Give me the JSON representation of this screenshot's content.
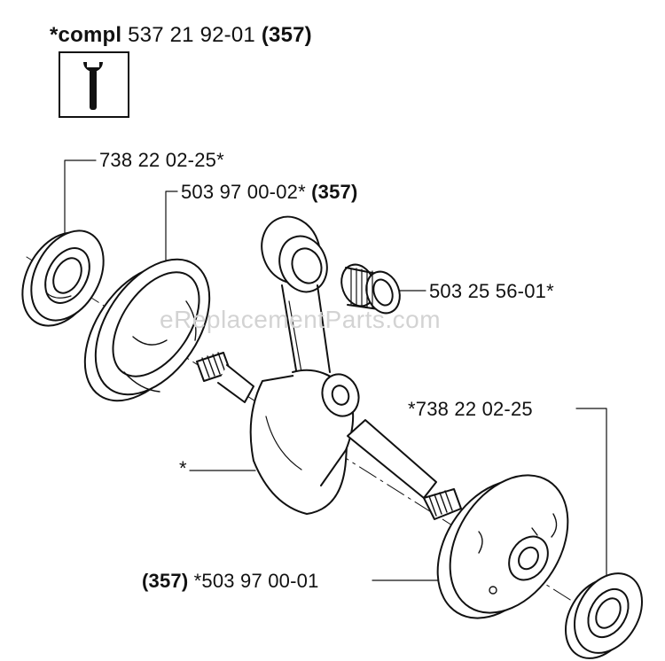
{
  "header": {
    "prefix": "*compl",
    "part_number": "537 21 92-01",
    "ref": "(357)"
  },
  "tool_icon": "wrench-icon",
  "watermark": "eReplacementParts.com",
  "labels": {
    "bearing_left": "738 22 02-25*",
    "flywheel_half": {
      "part": "503 97 00-02*",
      "ref": "(357)"
    },
    "needle_bearing": "503 25 56-01*",
    "bearing_right": "*738 22 02-25",
    "crankshaft": "*",
    "clutch_half": {
      "ref": "(357)",
      "part": "*503 97 00-01"
    }
  }
}
